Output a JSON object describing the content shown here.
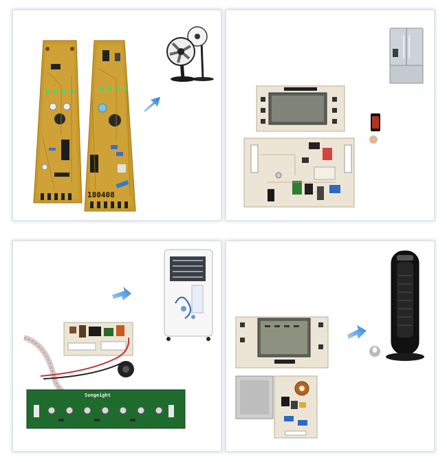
{
  "panels": [
    {
      "product": "stand fan",
      "board_marking": "180408"
    },
    {
      "product": "refrigerator",
      "board_marking": ""
    },
    {
      "product": "air cooler",
      "board_marking": "Sungeight"
    },
    {
      "product": "tower heater",
      "board_marking": ""
    }
  ],
  "colors": {
    "arrow": "#2b7fd6",
    "pcb_yellow": "#c99a2c",
    "pcb_green": "#1f6b2e",
    "pcb_white": "#ece5d6",
    "frame": "#dde3ea"
  },
  "icons": [
    "arrow-icon",
    "stand-fan-image",
    "refrigerator-image",
    "smartphone-image",
    "air-cooler-image",
    "tower-heater-image",
    "voice-icon"
  ]
}
